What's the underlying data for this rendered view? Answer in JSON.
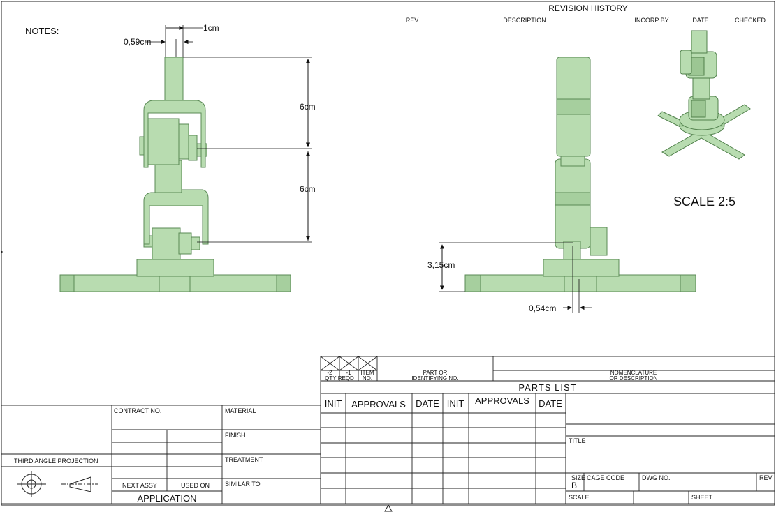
{
  "notes_label": "NOTES:",
  "revision": {
    "title": "REVISION HISTORY",
    "columns": [
      "REV",
      "DESCRIPTION",
      "INCORP BY",
      "DATE",
      "CHECKED"
    ]
  },
  "dimensions": {
    "front_width_a": "1cm",
    "front_width_b": "0,59cm",
    "height_upper": "6cm",
    "height_lower": "6cm",
    "side_height": "3,15cm",
    "side_offset": "0,54cm"
  },
  "scale_label": "SCALE 2:5",
  "parts_list": {
    "qty_a": "-2",
    "qty_b": "-1",
    "item": "ITEM",
    "qty_reqd": "QTY REQD",
    "no": "NO.",
    "part_line1": "PART OR",
    "part_line2": "IDENTIFYING NO.",
    "nom_line1": "NOMENCLATURE",
    "nom_line2": "OR DESCRIPTION",
    "title": "PARTS LIST"
  },
  "approvals": {
    "init1": "INIT",
    "approvals1": "APPROVALS",
    "date1": "DATE",
    "init2": "INIT",
    "approvals2": "APPROVALS",
    "date2": "DATE"
  },
  "title_block": {
    "title_label": "TITLE",
    "size_label": "SIZE",
    "size_value": "B",
    "cage_code": "CAGE CODE",
    "dwg_no": "DWG NO.",
    "rev": "REV",
    "scale": "SCALE",
    "sheet": "SHEET"
  },
  "left_block": {
    "contract_no": "CONTRACT NO.",
    "material": "MATERIAL",
    "finish": "FINISH",
    "treatment": "TREATMENT",
    "similar_to": "SIMILAR TO",
    "next_assy": "NEXT ASSY",
    "used_on": "USED ON",
    "application": "APPLICATION",
    "projection": "THIRD ANGLE PROJECTION"
  },
  "colors": {
    "part_fill": "#b8dcb0",
    "part_stroke": "#5a8a55",
    "line": "#111111"
  }
}
